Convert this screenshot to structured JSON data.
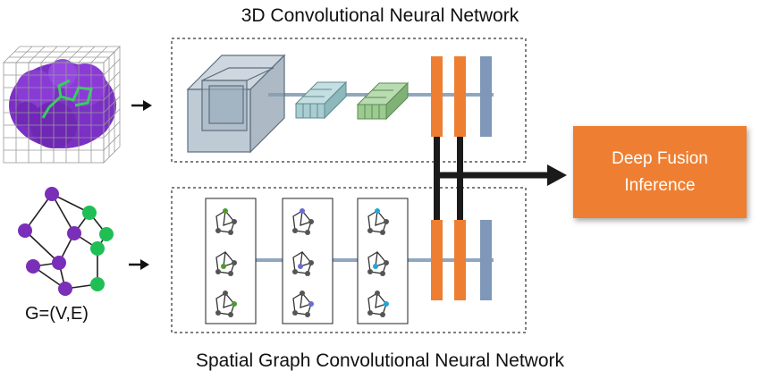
{
  "titles": {
    "top": "3D Convolutional Neural Network",
    "bottom": "Spatial Graph Convolutional Neural Network"
  },
  "graph_label": "G=(V,E)",
  "fusion": {
    "line1": "Deep Fusion",
    "line2": "Inference"
  },
  "colors": {
    "orange": "#ee7f32",
    "blue_bar": "#7f97b8",
    "purple": "#7a2fb8",
    "green": "#1fbf55",
    "cnn_gray": "#8fa3b3",
    "cnn_teal": "#9ec4c8",
    "cnn_green": "#8fc08a",
    "connector": "#1a1a1a"
  }
}
